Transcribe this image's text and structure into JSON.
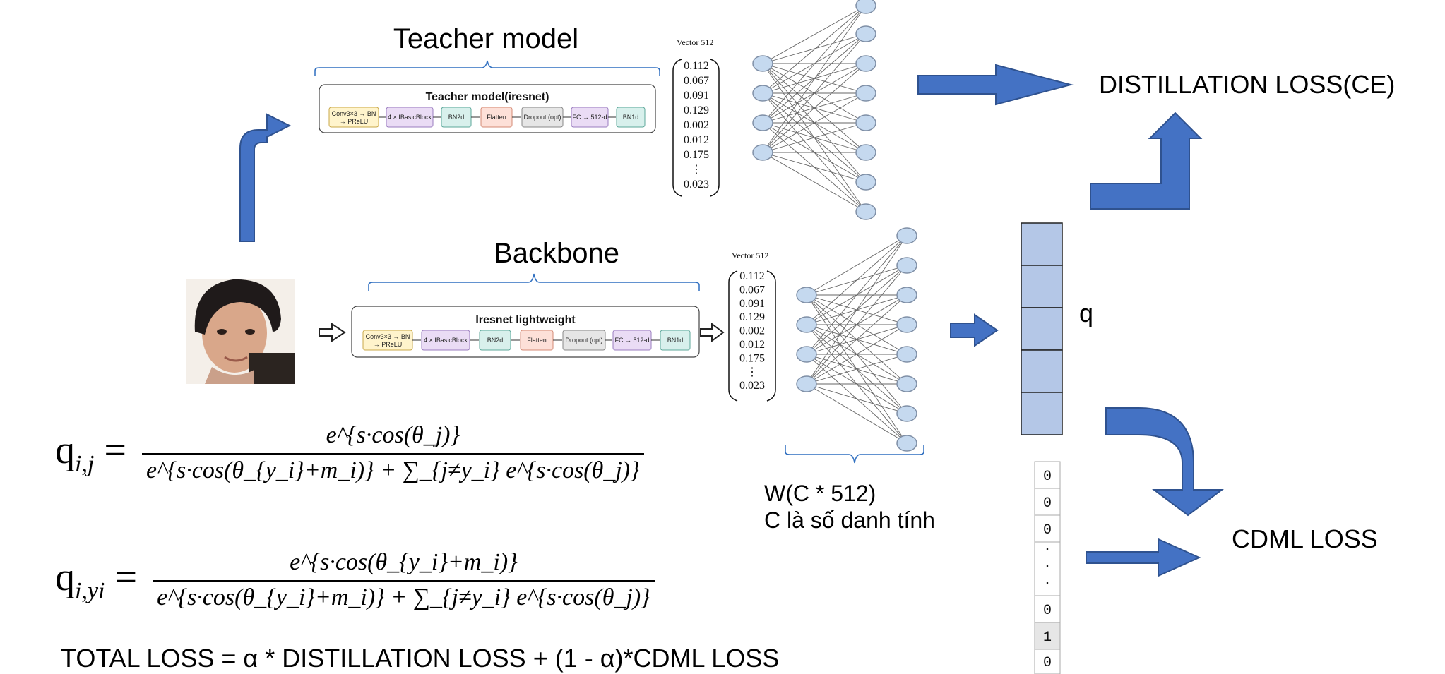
{
  "teacher": {
    "title": "Teacher model",
    "box_title": "Teacher model(iresnet)",
    "blocks": [
      "Conv3×3 → BN",
      "→ PReLU",
      "4 × IBasicBlock",
      "BN2d",
      "Flatten",
      "Dropout (opt)",
      "FC → 512-d",
      "BN1d"
    ],
    "vector_label": "Vector 512",
    "vector_values": [
      "0.112",
      "0.067",
      "0.091",
      "0.129",
      "0.002",
      "0.012",
      "0.175",
      "⋮",
      "0.023"
    ]
  },
  "backbone": {
    "title": "Backbone",
    "box_title": "Iresnet lightweight",
    "blocks": [
      "Conv3×3 → BN",
      "→ PReLU",
      "4 × IBasicBlock",
      "BN2d",
      "Flatten",
      "Dropout (opt)",
      "FC → 512-d",
      "BN1d"
    ],
    "vector_label": "Vector 512",
    "vector_values": [
      "0.112",
      "0.067",
      "0.091",
      "0.129",
      "0.002",
      "0.012",
      "0.175",
      "⋮",
      "0.023"
    ]
  },
  "weights": {
    "line1": "W(C * 512)",
    "line2": "C là số danh tính"
  },
  "q_label": "q",
  "onehot": [
    "0",
    "0",
    "0",
    "·",
    "·",
    "·",
    "0",
    "1",
    "0"
  ],
  "losses": {
    "distillation": "DISTILLATION LOSS(CE)",
    "cdml": "CDML LOSS"
  },
  "formula1": {
    "lhs": "q",
    "lhs_sub": "i,j",
    "num": "e^{s·cos(θ_j)}",
    "den": "e^{s·cos(θ_{y_i}+m_i)} + ∑_{j≠y_i} e^{s·cos(θ_j)}"
  },
  "formula2": {
    "lhs": "q",
    "lhs_sub": "i,yi",
    "num": "e^{s·cos(θ_{y_i}+m_i)}",
    "den": "e^{s·cos(θ_{y_i}+m_i)} + ∑_{j≠y_i} e^{s·cos(θ_j)}"
  },
  "total_loss": "TOTAL LOSS = α  * DISTILLATION LOSS + (1 - α)*CDML LOSS",
  "colors": {
    "arrow_fill": "#4472c4",
    "arrow_stroke": "#2f528f",
    "q_cell": "#b4c7e7",
    "node_fill": "#c5d9ef",
    "node_stroke": "#7f8fa6"
  }
}
